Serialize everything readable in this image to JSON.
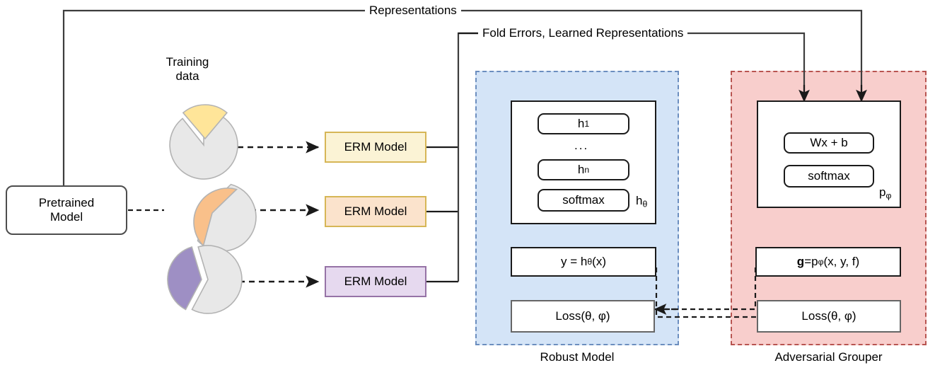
{
  "diagram": {
    "title": "Robust Model / Adversarial Grouper training pipeline",
    "edge_labels": {
      "representations": "Representations",
      "fold_errors": "Fold Errors, Learned Representations"
    },
    "left": {
      "pretrained_model": "Pretrained\nModel",
      "pretrained_line1": "Pretrained",
      "pretrained_line2": "Model",
      "training_data_line1": "Training",
      "training_data_line2": "data",
      "pies": [
        {
          "name": "pie-yellow",
          "slice_color": "#ffe599",
          "rest_color": "#e8e8e8",
          "slice_fraction": 0.28,
          "slice_start_deg": 272,
          "exploded": true
        },
        {
          "name": "pie-orange",
          "slice_color": "#f9c08a",
          "rest_color": "#e8e8e8",
          "slice_fraction": 0.3,
          "slice_start_deg": 95,
          "exploded": true
        },
        {
          "name": "pie-purple",
          "slice_color": "#9e8fc4",
          "rest_color": "#e8e8e8",
          "slice_fraction": 0.3,
          "slice_start_deg": 205,
          "exploded": true
        }
      ],
      "erm_models": [
        {
          "label": "ERM Model",
          "fill": "#fbf3d5",
          "stroke": "#d6b656"
        },
        {
          "label": "ERM Model",
          "fill": "#fbe3cc",
          "stroke": "#d6b656"
        },
        {
          "label": "ERM Model",
          "fill": "#e6d9ef",
          "stroke": "#9673a6"
        }
      ]
    },
    "robust_model": {
      "caption": "Robust Model",
      "panel_fill": "#d4e4f7",
      "panel_stroke": "#6c8ebf",
      "layers": [
        "h1",
        "...",
        "hn",
        "softmax"
      ],
      "layer_h1_base": "h",
      "layer_h1_sub": "1",
      "layer_ellipsis": "...",
      "layer_hn_base": "h",
      "layer_hn_sub": "n",
      "layer_softmax": "softmax",
      "network_label_base": "h",
      "network_label_sub": "θ",
      "prediction_pre": "y = h",
      "prediction_sub": "θ",
      "prediction_post": " (x)",
      "loss": "Loss(θ, φ)"
    },
    "adversarial_grouper": {
      "caption": "Adversarial Grouper",
      "panel_fill": "#f8cecc",
      "panel_stroke": "#b85450",
      "layers": [
        "Wx + b",
        "softmax"
      ],
      "layer_linear": "Wx + b",
      "layer_softmax": "softmax",
      "network_label_base": "p",
      "network_label_sub": "φ",
      "group_pre": "g",
      "group_mid": " =p",
      "group_sub": "φ",
      "group_post": "(x, y, f)",
      "loss": "Loss(θ, φ)"
    }
  }
}
